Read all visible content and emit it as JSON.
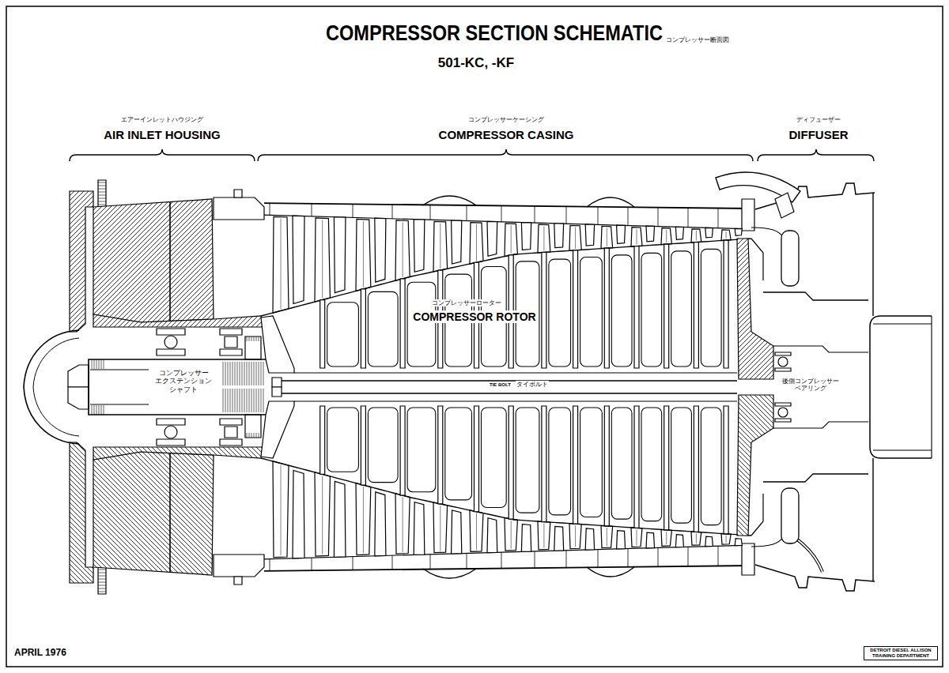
{
  "diagram": {
    "title": "COMPRESSOR SECTION SCHEMATIC",
    "nodes": [
      {
        "text": [
          "DETROIT DIESEL ALLISON TRAINING DEPARTMENT"
        ]
      }
    ],
    "labels": [
      "コンプレッサー断面図",
      "501-KC, -KF",
      "エアーインレットハウジング",
      "AIR INLET HOUSING",
      "コンプレッサーケーシング",
      "COMPRESSOR CASING",
      "ディフューザー",
      "DIFFUSER",
      "コンプレッサーローター",
      "COMPRESSOR ROTOR",
      "コンプレッサー エクステンション シャフト",
      "TIE BOLT",
      "タイボルト",
      "後側コンプレッサー ベアリング",
      "APRIL 1976"
    ]
  }
}
